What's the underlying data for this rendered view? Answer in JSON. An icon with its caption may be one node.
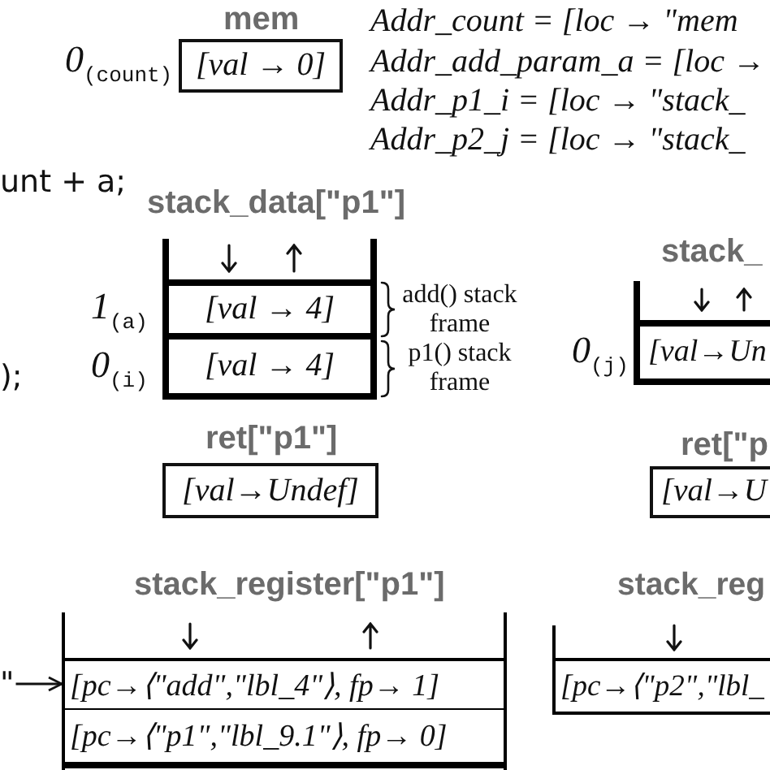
{
  "diagram": {
    "nodes": [
      {
        "text": [
          "mem",
          "[val → 0]"
        ],
        "beside": [
          "0$_{(count)}$"
        ]
      },
      {
        "text": [
          "stack_data[\"p1\"]"
        ]
      },
      {
        "text": [
          "[val → 4]"
        ],
        "in": 1,
        "beside": [
          "1$_{(a)}$",
          "add() stack frame"
        ]
      },
      {
        "text": [
          "[val → 4]"
        ],
        "in": 1,
        "beside": [
          "0$_{(i)}$",
          "p1() stack frame"
        ]
      },
      {
        "text": [
          "stack_"
        ]
      },
      {
        "text": [
          "[val→Un"
        ],
        "in": 4,
        "beside": [
          "0$_{(j)}$"
        ]
      },
      {
        "text": [
          "ret[\"p1\"]",
          "[val→Undef]"
        ]
      },
      {
        "text": [
          "ret[\"p",
          "[val→U"
        ]
      },
      {
        "text": [
          "stack_register[\"p1\"]"
        ]
      },
      {
        "text": [
          "[pc→⟨\"add\",\"lbl_4\"⟩, fp→ 1]"
        ],
        "in": 8
      },
      {
        "text": [
          "[pc→⟨\"p1\",\"lbl_9.1\"⟩, fp→ 0]"
        ],
        "in": 8
      },
      {
        "text": [
          "stack_reg"
        ]
      },
      {
        "text": [
          "[pc→⟨\"p2\",\"lbl_"
        ],
        "in": 11
      },
      {
        "text": [
          "\""
        ]
      }
    ],
    "edges": [
      {
        "from": 13,
        "to": 9,
        "arrow": "to"
      }
    ],
    "labels": [
      "Addr_count = [loc → \"mem",
      "Addr_add_param_a = [loc →",
      "Addr_p1_i = [loc → \"stack_",
      "Addr_p2_j = [loc → \"stack_",
      "unt + a;",
      ");"
    ]
  }
}
